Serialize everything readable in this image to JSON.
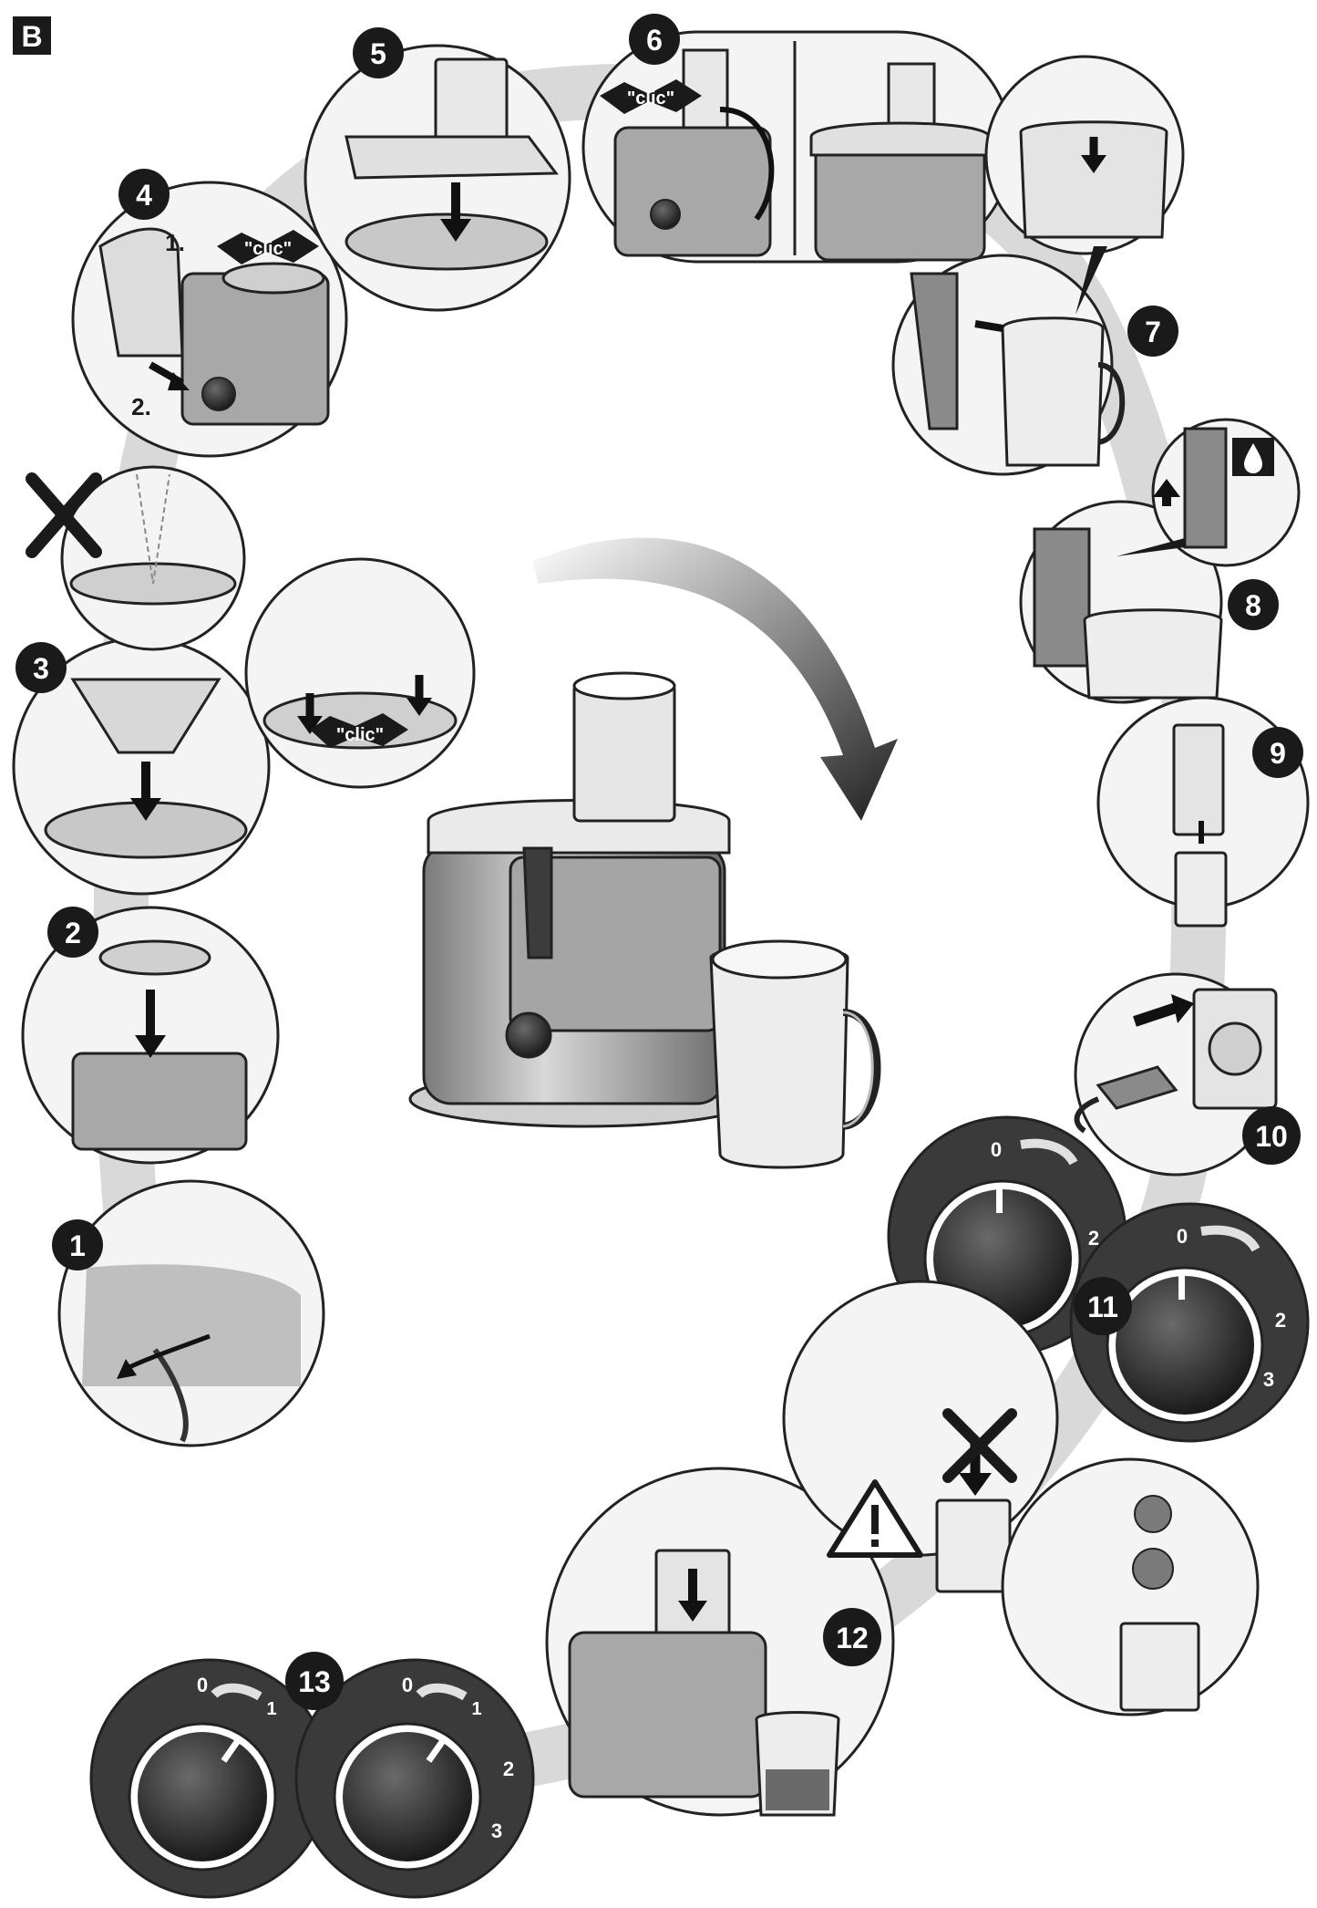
{
  "section_label": "B",
  "clic_texts": [
    "\"clic\"",
    "\"clic\"",
    "\"clic\""
  ],
  "step_labels": {
    "one": "1.",
    "two": "2."
  },
  "dial_marks": [
    "0",
    "1",
    "2",
    "3"
  ],
  "steps": [
    {
      "number": "1"
    },
    {
      "number": "2"
    },
    {
      "number": "3"
    },
    {
      "number": "4"
    },
    {
      "number": "5"
    },
    {
      "number": "6"
    },
    {
      "number": "7"
    },
    {
      "number": "8"
    },
    {
      "number": "9"
    },
    {
      "number": "10"
    },
    {
      "number": "11"
    },
    {
      "number": "12"
    },
    {
      "number": "13"
    }
  ],
  "icons": [
    "cross-icon",
    "warning-icon",
    "water-drop-icon",
    "rotate-arrow-icon"
  ],
  "colors": {
    "ink": "#1a1a1a",
    "shadow": "#d6d6d6",
    "metal": "#9a9a9a",
    "dial": "#3a3a3a"
  }
}
